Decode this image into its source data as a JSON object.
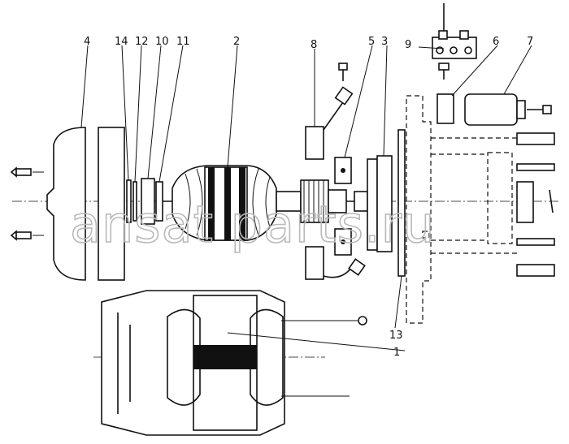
{
  "callouts": [
    "1",
    "2",
    "3",
    "4",
    "5",
    "6",
    "7",
    "8",
    "9",
    "10",
    "11",
    "12",
    "13",
    "14"
  ],
  "watermark": "ansat parts.ru",
  "colors": {
    "ink": "#111111",
    "paper": "#ffffff",
    "watermark": "#b9b9b9"
  }
}
